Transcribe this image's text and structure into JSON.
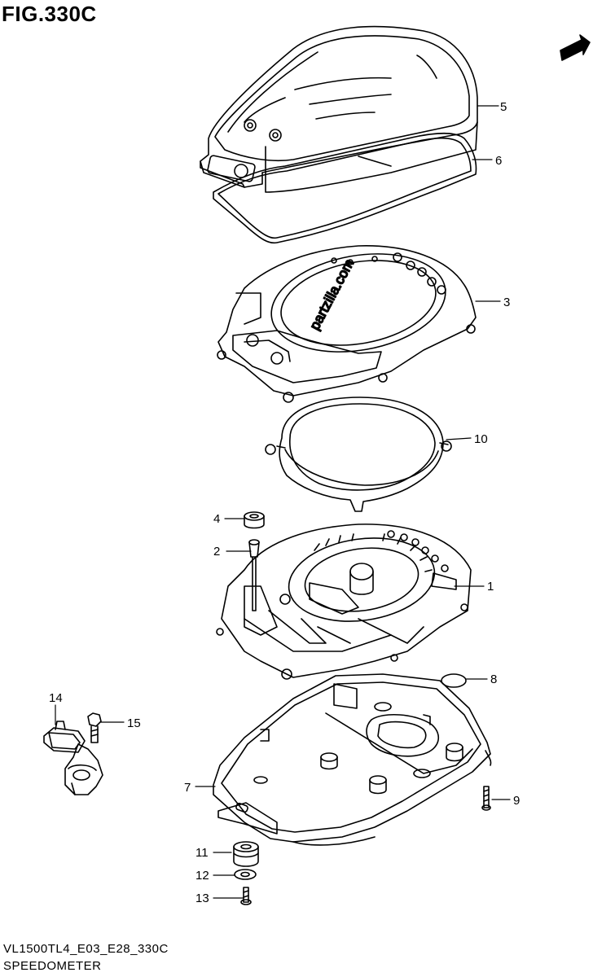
{
  "figure": {
    "title": "FIG.330C",
    "code": "VL1500TL4_E03_E28_330C",
    "name": "SPEEDOMETER"
  },
  "direction_badge": {
    "label": "FWD"
  },
  "watermark": "partzilla.com",
  "callouts": [
    {
      "id": "c1",
      "label": "1"
    },
    {
      "id": "c2",
      "label": "2"
    },
    {
      "id": "c3",
      "label": "3"
    },
    {
      "id": "c4",
      "label": "4"
    },
    {
      "id": "c5",
      "label": "5"
    },
    {
      "id": "c6",
      "label": "6"
    },
    {
      "id": "c7",
      "label": "7"
    },
    {
      "id": "c8",
      "label": "8"
    },
    {
      "id": "c9",
      "label": "9"
    },
    {
      "id": "c10",
      "label": "10"
    },
    {
      "id": "c11",
      "label": "11"
    },
    {
      "id": "c12",
      "label": "12"
    },
    {
      "id": "c13",
      "label": "13"
    },
    {
      "id": "c14",
      "label": "14"
    },
    {
      "id": "c15",
      "label": "15"
    }
  ]
}
